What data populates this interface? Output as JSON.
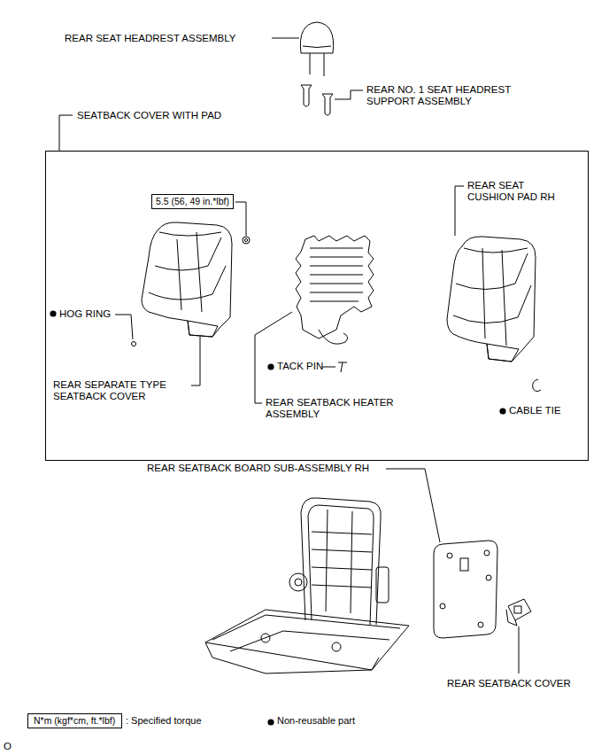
{
  "diagram": {
    "nodes": [
      {
        "text": [
          "SEATBACK COVER WITH PAD"
        ]
      },
      {
        "text": [
          "5.5 (56, 49 in.*lbf)"
        ],
        "in": 0
      },
      {
        "text": [
          "N*m (kgf*cm, ft.*lbf)"
        ]
      }
    ],
    "labels": [
      "REAR SEAT HEADREST ASSEMBLY",
      "REAR NO. 1 SEAT HEADREST SUPPORT ASSEMBLY",
      "HOG RING",
      "REAR SEPARATE TYPE SEATBACK COVER",
      "TACK PIN",
      "REAR SEATBACK HEATER ASSEMBLY",
      "REAR SEAT CUSHION PAD RH",
      "CABLE TIE",
      "REAR SEATBACK BOARD SUB-ASSEMBLY RH",
      "REAR SEATBACK COVER",
      "O"
    ],
    "legend": [
      {
        "text": ": Specified torque"
      },
      {
        "text": "Non-reusable part"
      }
    ]
  }
}
